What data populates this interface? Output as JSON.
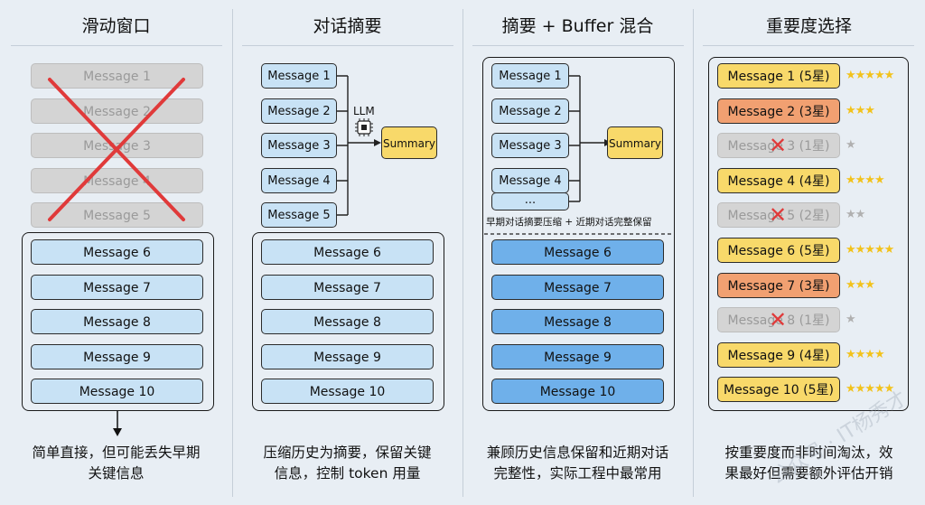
{
  "panels": [
    {
      "title": "滑动窗口",
      "caption_lines": [
        "简单直接，但可能丢失早期",
        "关键信息"
      ]
    },
    {
      "title": "对话摘要",
      "caption_lines": [
        "压缩历史为摘要，保留关键",
        "信息，控制 token 用量"
      ]
    },
    {
      "title": "摘要 + Buffer 混合",
      "caption_lines": [
        "兼顾历史信息保留和近期对话",
        "完整性，实际工程中最常用"
      ]
    },
    {
      "title": "重要度选择",
      "caption_lines": [
        "按重要度而非时间淘汰，效",
        "果最好但需要额外评估开销"
      ]
    }
  ],
  "sliding": {
    "dropped": [
      "Message 1",
      "Message 2",
      "Message 3",
      "Message 4",
      "Message 5"
    ],
    "kept": [
      "Message 6",
      "Message 7",
      "Message 8",
      "Message 9",
      "Message 10"
    ]
  },
  "summary_panel": {
    "inputs": [
      "Message 1",
      "Message 2",
      "Message 3",
      "Message 4",
      "Message 5"
    ],
    "llm_label": "LLM",
    "summary_label": "Summary",
    "kept": [
      "Message 6",
      "Message 7",
      "Message 8",
      "Message 9",
      "Message 10"
    ]
  },
  "hybrid": {
    "inputs": [
      "Message 1",
      "Message 2",
      "Message 3",
      "Message 4",
      "..."
    ],
    "summary_label": "Summary",
    "note": "早期对话摘要压缩 + 近期对话完整保留",
    "kept": [
      "Message 6",
      "Message 7",
      "Message 8",
      "Message 9",
      "Message 10"
    ]
  },
  "importance": {
    "items": [
      {
        "label": "Message 1 (5星)",
        "stars": "★★★★★",
        "rating": 5,
        "kept": true,
        "color": "yellow"
      },
      {
        "label": "Message 2 (3星)",
        "stars": "★★★",
        "rating": 3,
        "kept": true,
        "color": "orange"
      },
      {
        "label": "Message 3 (1星)",
        "stars": "★",
        "rating": 1,
        "kept": false,
        "color": "gray"
      },
      {
        "label": "Message 4 (4星)",
        "stars": "★★★★",
        "rating": 4,
        "kept": true,
        "color": "yellow"
      },
      {
        "label": "Message 5 (2星)",
        "stars": "★★",
        "rating": 2,
        "kept": false,
        "color": "gray"
      },
      {
        "label": "Message 6 (5星)",
        "stars": "★★★★★",
        "rating": 5,
        "kept": true,
        "color": "yellow"
      },
      {
        "label": "Message 7 (3星)",
        "stars": "★★★",
        "rating": 3,
        "kept": true,
        "color": "orange"
      },
      {
        "label": "Message 8 (1星)",
        "stars": "★",
        "rating": 1,
        "kept": false,
        "color": "gray"
      },
      {
        "label": "Message 9 (4星)",
        "stars": "★★★★",
        "rating": 4,
        "kept": true,
        "color": "yellow"
      },
      {
        "label": "Message 10 (5星)",
        "stars": "★★★★★",
        "rating": 5,
        "kept": true,
        "color": "yellow"
      }
    ]
  },
  "watermark": "公众号 · IT杨秀才",
  "colors": {
    "blue": "#c8e2f5",
    "dark_blue": "#6fb0ea",
    "yellow": "#f8d96a",
    "orange": "#f1a071",
    "gray": "#d4d4d4",
    "cross": "#e03a3a"
  }
}
